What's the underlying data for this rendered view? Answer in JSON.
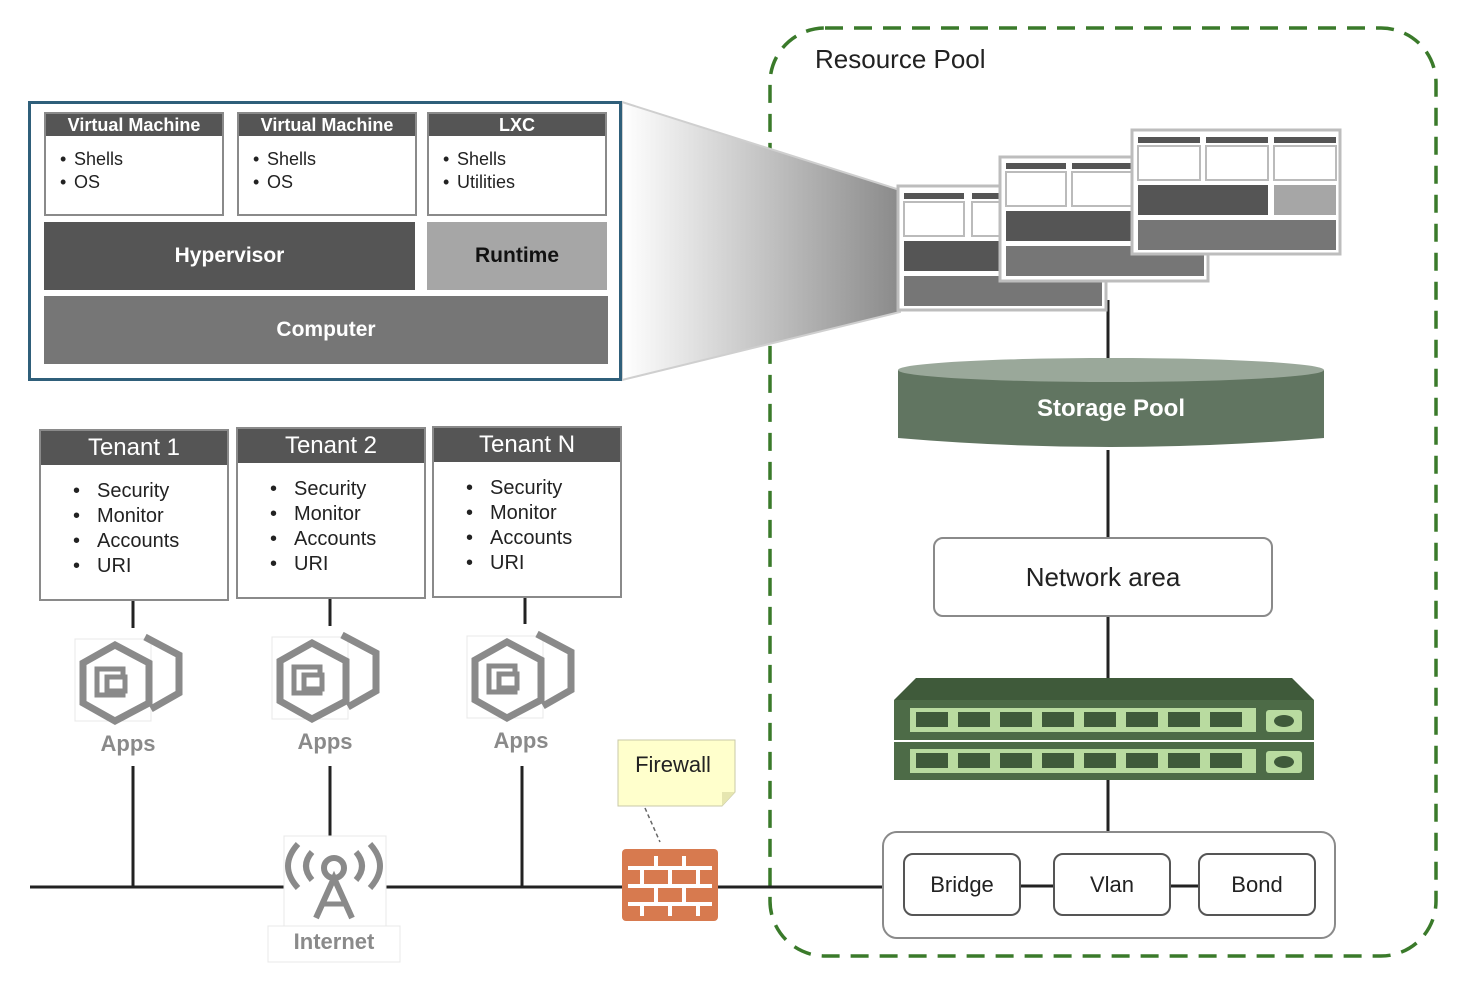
{
  "resource_pool": {
    "title": "Resource Pool"
  },
  "vm_panel": {
    "columns": [
      {
        "title": "Virtual Machine",
        "items": [
          "Shells",
          "OS"
        ]
      },
      {
        "title": "Virtual Machine",
        "items": [
          "Shells",
          "OS"
        ]
      },
      {
        "title": "LXC",
        "items": [
          "Shells",
          "Utilities"
        ]
      }
    ],
    "hypervisor": "Hypervisor",
    "runtime": "Runtime",
    "computer": "Computer"
  },
  "tenants": [
    {
      "title": "Tenant 1",
      "items": [
        "Security",
        "Monitor",
        "Accounts",
        "URI"
      ],
      "apps": "Apps"
    },
    {
      "title": "Tenant 2",
      "items": [
        "Security",
        "Monitor",
        "Accounts",
        "URI"
      ],
      "apps": "Apps"
    },
    {
      "title": "Tenant N",
      "items": [
        "Security",
        "Monitor",
        "Accounts",
        "URI"
      ],
      "apps": "Apps"
    }
  ],
  "storage_pool": "Storage Pool",
  "network_area": "Network area",
  "network_devices": [
    "Bridge",
    "Vlan",
    "Bond"
  ],
  "firewall": "Firewall",
  "internet": "Internet",
  "colors": {
    "panel_border": "#2f5f7a",
    "hypervisor": "#555555",
    "runtime": "#a6a6a6",
    "computer": "#767676",
    "storage": "#617561",
    "switch": "#4d6b47",
    "firewall": "#d77a4f",
    "pool_border": "#3a7a2a"
  }
}
